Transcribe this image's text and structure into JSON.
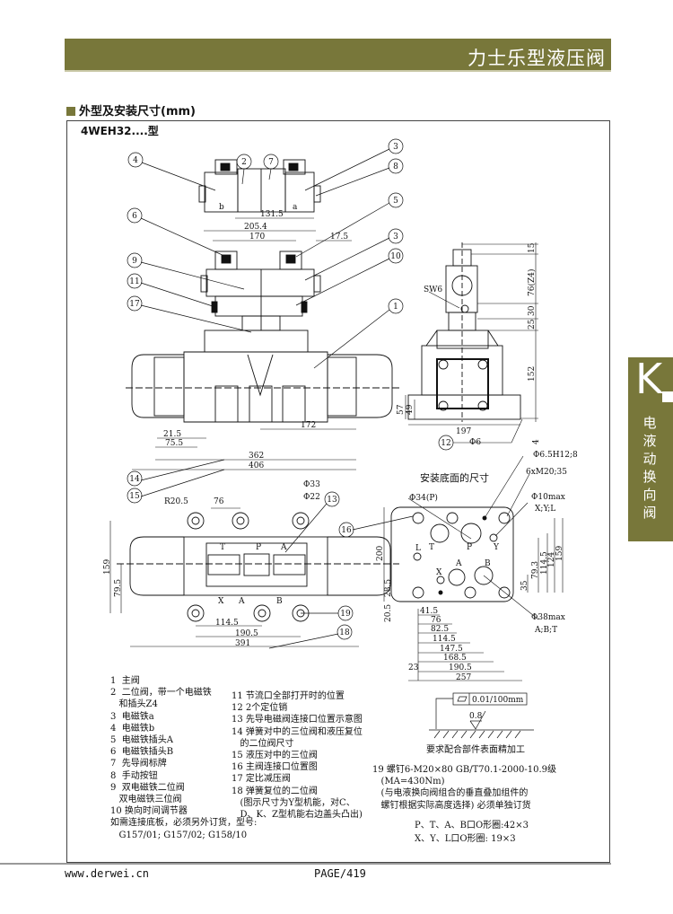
{
  "header": {
    "title": "力士乐型液压阀"
  },
  "section": {
    "title": "外型及安装尺寸(mm)",
    "model": "4WEH32....型"
  },
  "side_tab": {
    "letter": "K",
    "label": "电液动换向阀"
  },
  "callouts": {
    "c4": "4",
    "c2": "2",
    "c7": "7",
    "c3a": "3",
    "c8": "8",
    "c5": "5",
    "c6": "6",
    "c3b": "3",
    "c9": "9",
    "c10": "10",
    "c11": "11",
    "c17": "17",
    "c1": "1",
    "c14": "14",
    "c15": "15",
    "c13": "13",
    "c16": "16",
    "c19": "19",
    "c18": "18",
    "c12": "12"
  },
  "front_view": {
    "pilot_b": "b",
    "pilot_a": "a",
    "d131_5": "131.5",
    "d205_4": "205.4",
    "d170": "170",
    "d17_5": "17.5",
    "d21_5": "21.5",
    "d75_5": "75.5",
    "d172": "172",
    "d362": "362",
    "d406": "406"
  },
  "side_view": {
    "sw6": "SW6",
    "d15": "15",
    "d76": "76(Z4)",
    "d30": "30",
    "d25": "25",
    "d152": "152",
    "d4": "4",
    "d57": "57",
    "d49": "49",
    "d197": "197",
    "phi6": "Φ6"
  },
  "bottom_view": {
    "r20_5": "R20.5",
    "d76": "76",
    "phi33": "Φ33",
    "phi22": "Φ22",
    "d159": "159",
    "d79_5": "79.5",
    "d114_5": "114.5",
    "d190_5": "190.5",
    "d391": "391",
    "port_t": "T",
    "port_p": "P",
    "port_a": "A",
    "port_x": "X",
    "port_a2": "A",
    "port_b": "B"
  },
  "mounting_face": {
    "title": "安装底面的尺寸",
    "phi34": "Φ34(P)",
    "phi6_5": "Φ6.5H12;8",
    "m20": "6xM20;35",
    "phi10": "Φ10max",
    "xyl": "X;Y;L",
    "phi38": "Φ38max",
    "abt": "A;B;T",
    "d200": "200",
    "d79_3": "79.3",
    "d114_5v": "114.5",
    "d124": "124",
    "d159v": "159",
    "d35": "35",
    "d28_5": "28.5",
    "d20_5": "20.5",
    "h41_5": "41.5",
    "h76": "76",
    "h82_5": "82.5",
    "h114_5": "114.5",
    "h147_5": "147.5",
    "h168_5": "168.5",
    "h190_5": "190.5",
    "h23": "23",
    "h257": "257",
    "pT": "T",
    "pP": "P",
    "pY": "Y",
    "pL": "L",
    "pX": "X",
    "pA": "A",
    "pB": "B"
  },
  "surface": {
    "flatness": "0.01/100mm",
    "roughness": "0.8",
    "caption": "要求配合部件表面精加工"
  },
  "notes_left": "1  主阀\n2  二位阀，带一个电磁铁\n   和插头Z4\n3  电磁铁a\n4  电磁铁b\n5  电磁铁插头A\n6  电磁铁插头B\n7  先导阀标牌\n8  手动按钮\n9  双电磁铁二位阀\n   双电磁铁三位阀\n10 换向时间调节器\n如需连接底板，必须另外订货，型号:\n   G157/01; G157/02; G158/10",
  "notes_mid": "11 节流口全部打开时的位置\n12 2个定位销\n13 先导电磁阀连接口位置示意图\n14 弹簧对中的三位阀和液压复位\n   的二位阀尺寸\n15 液压对中的三位阀\n16 主阀连接口位置图\n17 定比减压阀\n18 弹簧复位的二位阀\n   (图示尺寸为Y型机能，对C、\n   D、K、Z型机能右边盖头凸出)",
  "notes_right": "19 螺钉6-M20×80 GB/T70.1-2000-10.9级\n   (MA=430Nm)\n   (与电液换向阀组合的垂直叠加组件的\n   螺钉根据实际高度选择) 必须单独订货",
  "oring": {
    "line1": "P、T、A、B口O形圈:42×3",
    "line2": "X、Y、L口O形圈: 19×3"
  },
  "footer": {
    "website": "www.derwei.cn",
    "page": "PAGE/419"
  }
}
